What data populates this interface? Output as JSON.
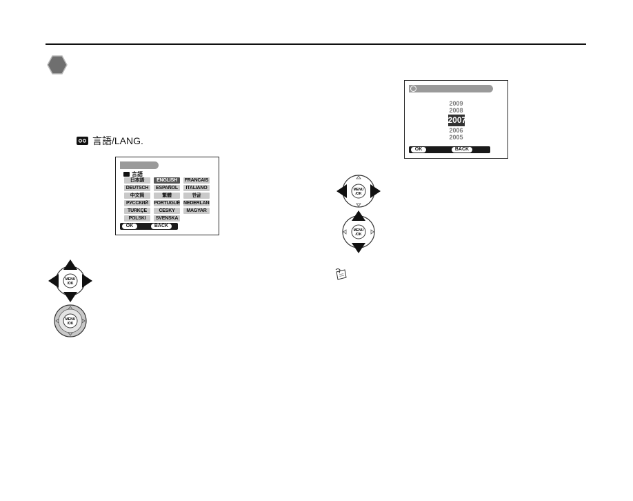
{
  "step_label": "言語/LANG.",
  "language_screen": {
    "current_label": "言語",
    "languages": [
      "日本語",
      "ENGLISH",
      "FRANCAIS",
      "DEUTSCH",
      "ESPAÑOL",
      "ITALIANO",
      "中文简",
      "繁體",
      "한글",
      "РУССКИЙ",
      "PORTUGUÊS",
      "NEDERLANDS",
      "TÜRKÇE",
      "ČESKY",
      "MAGYAR",
      "POLSKI",
      "SVENSKA"
    ],
    "selected": "ENGLISH",
    "ok_label": "OK",
    "back_label": "BACK"
  },
  "year_screen": {
    "years": [
      "2009",
      "2008",
      "2007",
      "2006",
      "2005"
    ],
    "selected": "2007",
    "ok_label": "OK",
    "back_label": "BACK"
  },
  "pad_label": "MENU/OK"
}
